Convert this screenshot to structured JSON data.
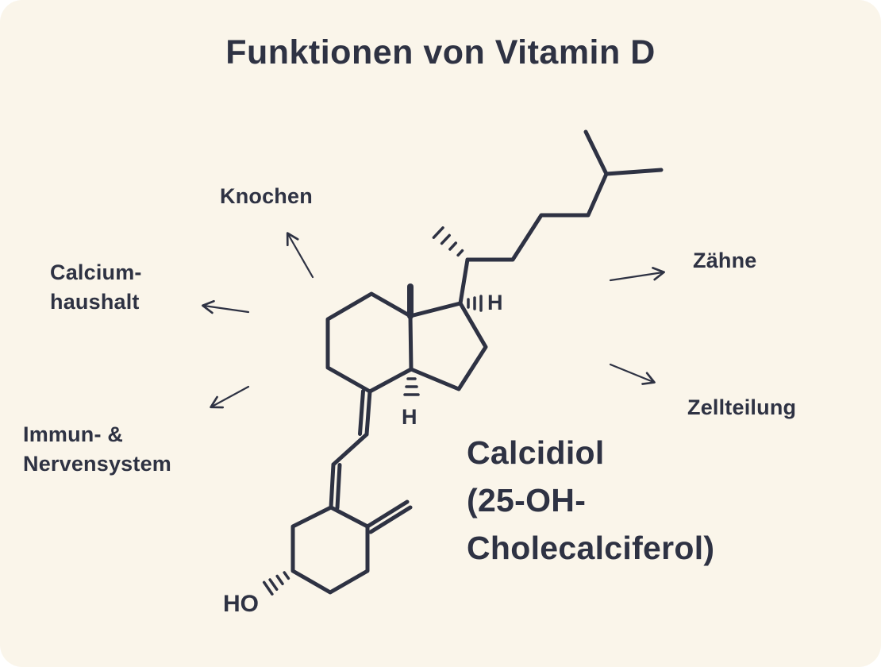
{
  "colors": {
    "background": "#faf5ea",
    "ink": "#2e3243",
    "page": "#ffffff"
  },
  "title": "Funktionen von Vitamin D",
  "compound": {
    "name": "Calcidiol\n(25-OH-\nCholecalciferol)",
    "ho_label": "HO",
    "h_label_c17": "H",
    "h_label_c14": "H"
  },
  "functions": [
    {
      "id": "knochen",
      "label": "Knochen"
    },
    {
      "id": "calciumhaushalt",
      "label": "Calcium-\nhaushalt"
    },
    {
      "id": "immun-nervensystem",
      "label": "Immun- &\nNervensystem"
    },
    {
      "id": "zaehne",
      "label": "Zähne"
    },
    {
      "id": "zellteilung",
      "label": "Zellteilung"
    }
  ]
}
